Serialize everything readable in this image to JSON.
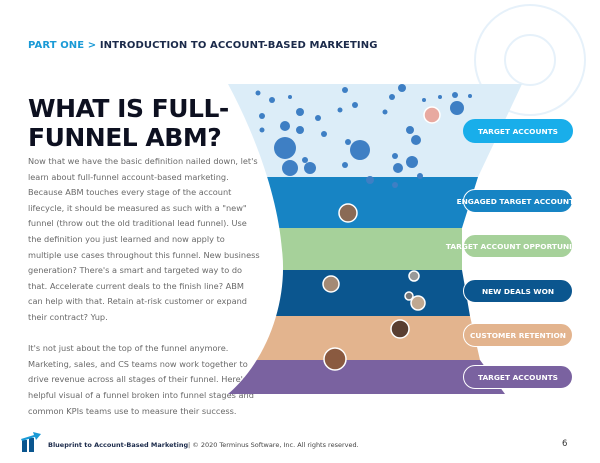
{
  "header": {
    "part": "PART ONE >",
    "section": "INTRODUCTION TO ACCOUNT-BASED MARKETING"
  },
  "title": {
    "line1": "WHAT IS FULL-",
    "line2": "FUNNEL ABM?"
  },
  "body": {
    "p1": "Now that we have the basic definition nailed down, let's learn about full-funnel account-based marketing. Because ABM touches every stage of the account lifecycle, it should be measured as such with a \"new\" funnel (throw out the old traditional lead funnel). Use the definition you just learned and now apply to multiple use cases throughout this funnel. New business generation? There's a smart and targeted way to do that. Accelerate current deals to the finish line? ABM can help with that. Retain at-risk customer or expand their contract? Yup.",
    "p2": "It's not just about the top of the funnel anymore. Marketing, sales, and CS teams now work together to drive revenue across all stages of their funnel. Here's a helpful visual of a funnel broken into funnel stages and common KPIs teams use to measure their success."
  },
  "funnel": {
    "stages": [
      {
        "label": "TARGET ACCOUNTS",
        "color": "#19aeea",
        "band": "#dcedf8"
      },
      {
        "label": "ENGAGED TARGET ACCOUNTS",
        "color": "#1784c4",
        "band": "#1784c4"
      },
      {
        "label": "TARGET ACCOUNT OPPORTUNITIES",
        "color": "#a6d19a",
        "band": "#a6d19a"
      },
      {
        "label": "NEW DEALS WON",
        "color": "#0b568f",
        "band": "#0b568f"
      },
      {
        "label": "CUSTOMER RETENTION",
        "color": "#e3b48e",
        "band": "#e3b48e"
      },
      {
        "label": "TARGET ACCOUNTS",
        "color": "#7a62a0",
        "band": "#7a62a0"
      }
    ]
  },
  "footer": {
    "brand": "Blueprint to Account-Based Marketing",
    "copyright": "|  © 2020 Terminus Software, Inc. All rights reserved.",
    "page": "6"
  }
}
